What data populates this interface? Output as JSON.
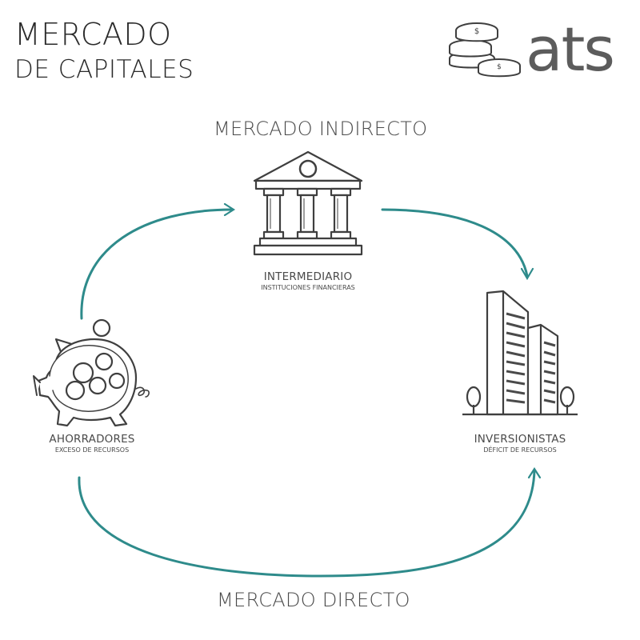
{
  "title": {
    "line1": "MERCADO",
    "line2": "DE CAPITALES"
  },
  "logo": {
    "text": "ats",
    "icon": "coins-icon"
  },
  "markets": {
    "indirect": "MERCADO INDIRECTO",
    "direct": "MERCADO DIRECTO"
  },
  "nodes": {
    "intermediary": {
      "title": "INTERMEDIARIO",
      "subtitle": "INSTITUCIONES FINANCIERAS",
      "icon": "bank-icon"
    },
    "savers": {
      "title": "AHORRADORES",
      "subtitle": "EXCESO DE RECURSOS",
      "icon": "piggy-bank-icon"
    },
    "investors": {
      "title": "INVERSIONISTAS",
      "subtitle": "DÉFICIT DE RECURSOS",
      "icon": "buildings-icon"
    }
  },
  "colors": {
    "arrow": "#2e8b8b",
    "line": "#3f3f3f",
    "text": "#4a4a4a"
  }
}
